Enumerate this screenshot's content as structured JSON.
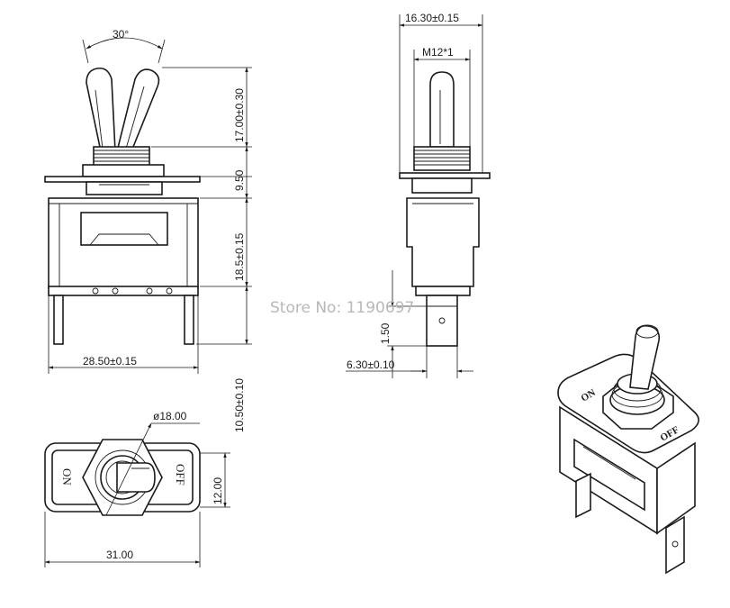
{
  "dimensions": {
    "angle": "30°",
    "lever_height": "17.00±0.30",
    "bushing_height": "9.50",
    "body_height": "18.5±0.15",
    "body_width": "28.50±0.15",
    "terminal_length": "10.50±0.10",
    "side_width": "16.30±0.15",
    "thread": "M12*1",
    "terminal_thickness": "1.50",
    "terminal_width": "6.30±0.10",
    "nut_diameter": "ø18.00",
    "plate_depth": "12.00",
    "plate_width": "31.00"
  },
  "labels": {
    "on": "ON",
    "off": "OFF"
  },
  "watermark": "Store No: 1190697"
}
